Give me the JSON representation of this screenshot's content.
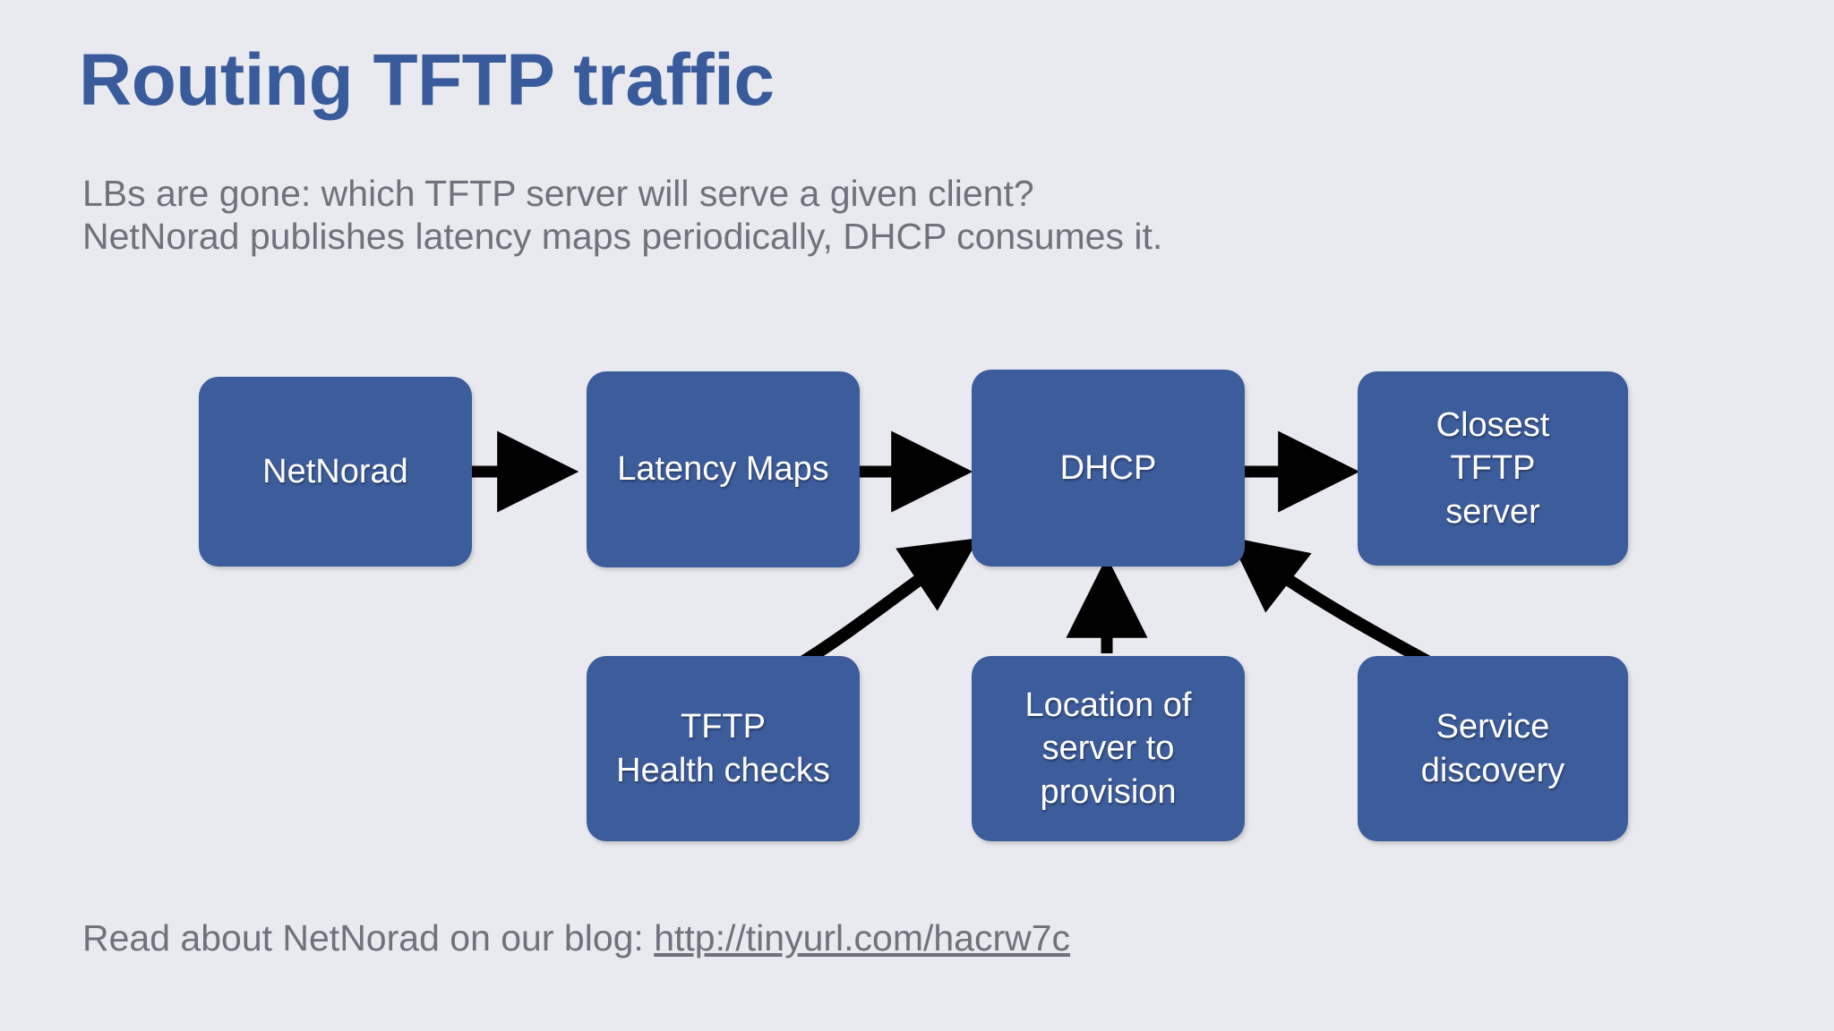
{
  "slide": {
    "title": "Routing TFTP traffic",
    "subtitle_line1": "LBs are gone: which TFTP server will serve a given client?",
    "subtitle_line2": "NetNorad publishes latency maps periodically, DHCP consumes it.",
    "background_color": "#e8eaef",
    "title_color": "#3a5b9b",
    "body_text_color": "#6e727c"
  },
  "diagram": {
    "node_fill_color": "#3c5c9b",
    "node_text_color": "#ffffff",
    "arrow_color": "#000000",
    "nodes": [
      {
        "id": "netnorad",
        "lines": [
          "NetNorad"
        ]
      },
      {
        "id": "latency-maps",
        "lines": [
          "Latency Maps"
        ]
      },
      {
        "id": "dhcp",
        "lines": [
          "DHCP"
        ]
      },
      {
        "id": "closest-tftp-server",
        "lines": [
          "Closest",
          "TFTP",
          "server"
        ]
      },
      {
        "id": "tftp-health-checks",
        "lines": [
          "TFTP",
          "Health checks"
        ]
      },
      {
        "id": "location-of-server",
        "lines": [
          "Location of",
          "server to",
          "provision"
        ]
      },
      {
        "id": "service-discovery",
        "lines": [
          "Service",
          "discovery"
        ]
      }
    ],
    "edges": [
      {
        "from": "netnorad",
        "to": "latency-maps",
        "style": "straight"
      },
      {
        "from": "latency-maps",
        "to": "dhcp",
        "style": "straight"
      },
      {
        "from": "dhcp",
        "to": "closest-tftp-server",
        "style": "straight"
      },
      {
        "from": "tftp-health-checks",
        "to": "dhcp",
        "style": "curved"
      },
      {
        "from": "location-of-server",
        "to": "dhcp",
        "style": "straight"
      },
      {
        "from": "service-discovery",
        "to": "dhcp",
        "style": "curved"
      }
    ]
  },
  "footer": {
    "prefix": "Read about NetNorad on our blog: ",
    "url": "http://tinyurl.com/hacrw7c"
  }
}
